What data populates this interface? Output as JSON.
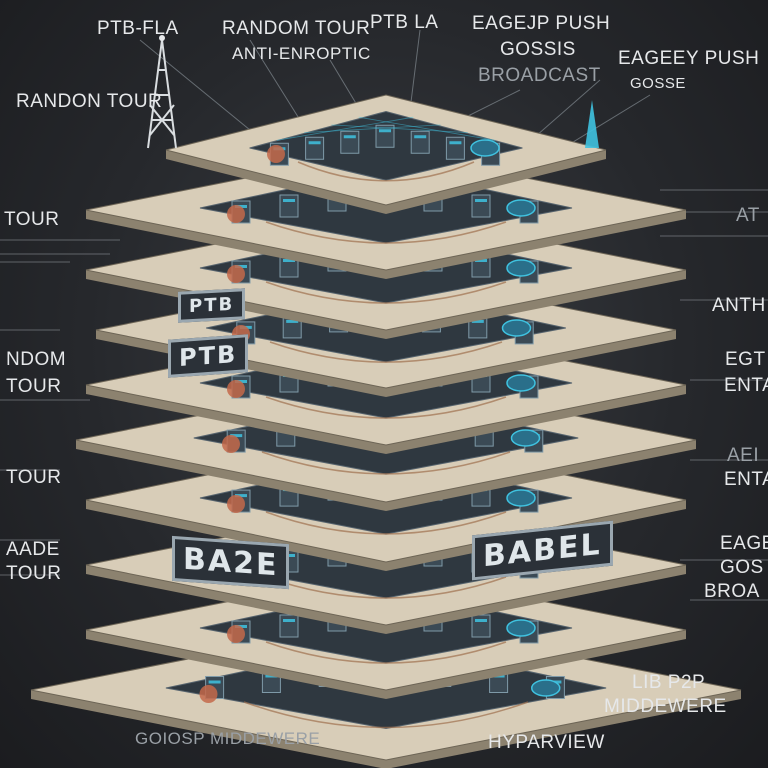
{
  "labels": {
    "top_left": "PTB-FLA",
    "top_center_1": "RANDOM TOUR",
    "top_center_2": "PTB LA",
    "top_center_3": "ANTI-ENROPTIC",
    "top_right_1": "EAGEJP PUSH",
    "top_right_2": "GOSSIS",
    "top_right_3": "BROADCAST",
    "top_far_right_1": "EAGEEY PUSH",
    "top_far_right_2": "GOSSE",
    "left_1": "RANDON TOUR",
    "left_2": "TOUR",
    "left_3": "NDOM",
    "left_4": "TOUR",
    "left_5": "TOUR",
    "left_6": "AADE",
    "left_7": "TOUR",
    "right_1": "AT",
    "right_2": "ANTH",
    "right_3": "EGT",
    "right_4": "ENTA",
    "right_5": "AEI",
    "right_6": "ENTA",
    "right_7": "EAGE",
    "right_8": "GOS",
    "right_9": "BROA",
    "bottom_right_1": "LIB P2P",
    "bottom_right_2": "MIDDEWERE",
    "bottom_center": "HYPARVIEW",
    "bottom_left": "GOIOSP MIDDEWERE"
  },
  "signs": {
    "ptb_upper": "PTB",
    "ptb_mid": "PTB",
    "base": "BA2E",
    "babel": "BABEL"
  },
  "colors": {
    "background": "#26282c",
    "platform_top": "#d8cdb8",
    "platform_edge": "#8c826f",
    "accent_cyan": "#3fc2e0",
    "accent_copper": "#c4694a"
  }
}
